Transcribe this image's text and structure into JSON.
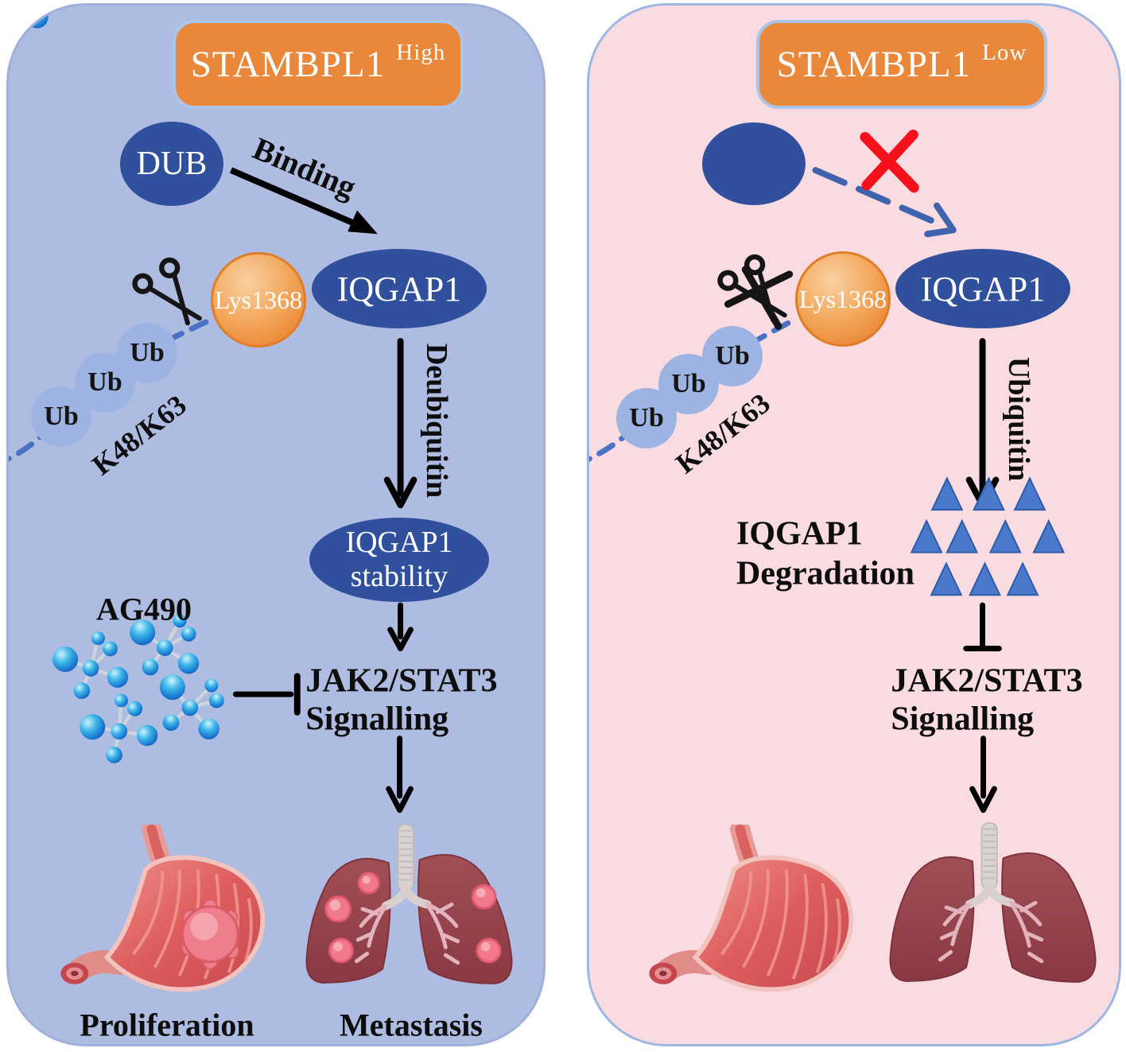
{
  "figure": {
    "type": "mechanism-diagram",
    "topic": "STAMBPL1 / IQGAP1 / JAK2-STAT3 pathway"
  },
  "left": {
    "header_title": "STAMBPL1",
    "header_sup": "High",
    "dub": "DUB",
    "binding": "Binding",
    "lys": "Lys1368",
    "iqgap1": "IQGAP1",
    "ub": [
      "Ub",
      "Ub",
      "Ub"
    ],
    "chain": "K48/K63",
    "process_arrow": "Deubiquitin",
    "result": [
      "IQGAP1",
      "stability"
    ],
    "inhibitor": "AG490",
    "signalling": [
      "JAK2/STAT3",
      "Signalling"
    ],
    "outcome_stomach": "Proliferation",
    "outcome_lungs": "Metastasis"
  },
  "right": {
    "header_title": "STAMBPL1",
    "header_sup": "Low",
    "lys": "Lys1368",
    "iqgap1": "IQGAP1",
    "ub": [
      "Ub",
      "Ub",
      "Ub"
    ],
    "chain": "K48/K63",
    "process_arrow": "Ubiquitin",
    "result": [
      "IQGAP1",
      "Degradation"
    ],
    "signalling": [
      "JAK2/STAT3",
      "Signalling"
    ]
  },
  "colors": {
    "left_panel_bg": "#aebce2",
    "right_panel_bg": "#f9dbe2",
    "header_fill": "#e9873b",
    "node_navy": "#30509d",
    "ub_blue": "#9db3e2",
    "lys_orange": "#ec8c3a",
    "triangle_blue": "#4a78ca",
    "chain_dash_blue": "#4a71c4",
    "cross_red": "#f6101c",
    "arrow_black": "#000000"
  }
}
